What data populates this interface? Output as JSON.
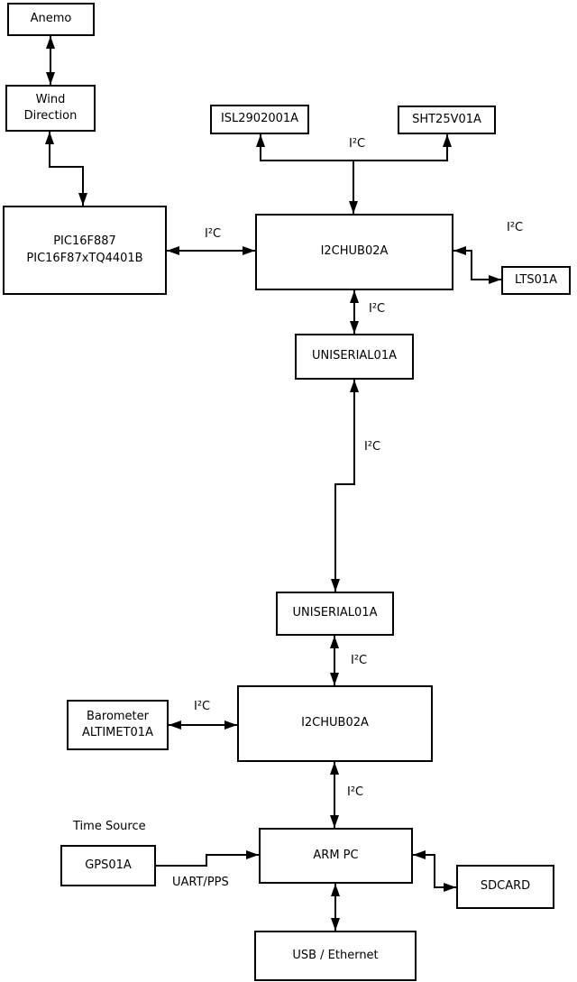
{
  "diagram": {
    "boxes": {
      "anemo": "Anemo",
      "wind_direction": "Wind\nDirection",
      "pic": "PIC16F887\nPIC16F87xTQ4401B",
      "isl": "ISL2902001A",
      "sht": "SHT25V01A",
      "i2chub_top": "I2CHUB02A",
      "lts": "LTS01A",
      "uniserial_top": "UNISERIAL01A",
      "uniserial_bottom": "UNISERIAL01A",
      "i2chub_bottom": "I2CHUB02A",
      "barometer": "Barometer\nALTIMET01A",
      "arm_pc": "ARM PC",
      "gps": "GPS01A",
      "sdcard": "SDCARD",
      "usb_ethernet": "USB / Ethernet"
    },
    "bus_labels": {
      "sensors_i2c": "I²C",
      "pic_hub_i2c": "I²C",
      "lts_i2c": "I²C",
      "hub_uniserial_i2c": "I²C",
      "backbone_i2c": "I²C",
      "uniserial_hub_i2c": "I²C",
      "barometer_i2c": "I²C",
      "hub_arm_i2c": "I²C",
      "time_source": "Time Source",
      "uart_pps": "UART/PPS"
    },
    "colors": {
      "line": "#000000",
      "background": "#ffffff"
    }
  }
}
